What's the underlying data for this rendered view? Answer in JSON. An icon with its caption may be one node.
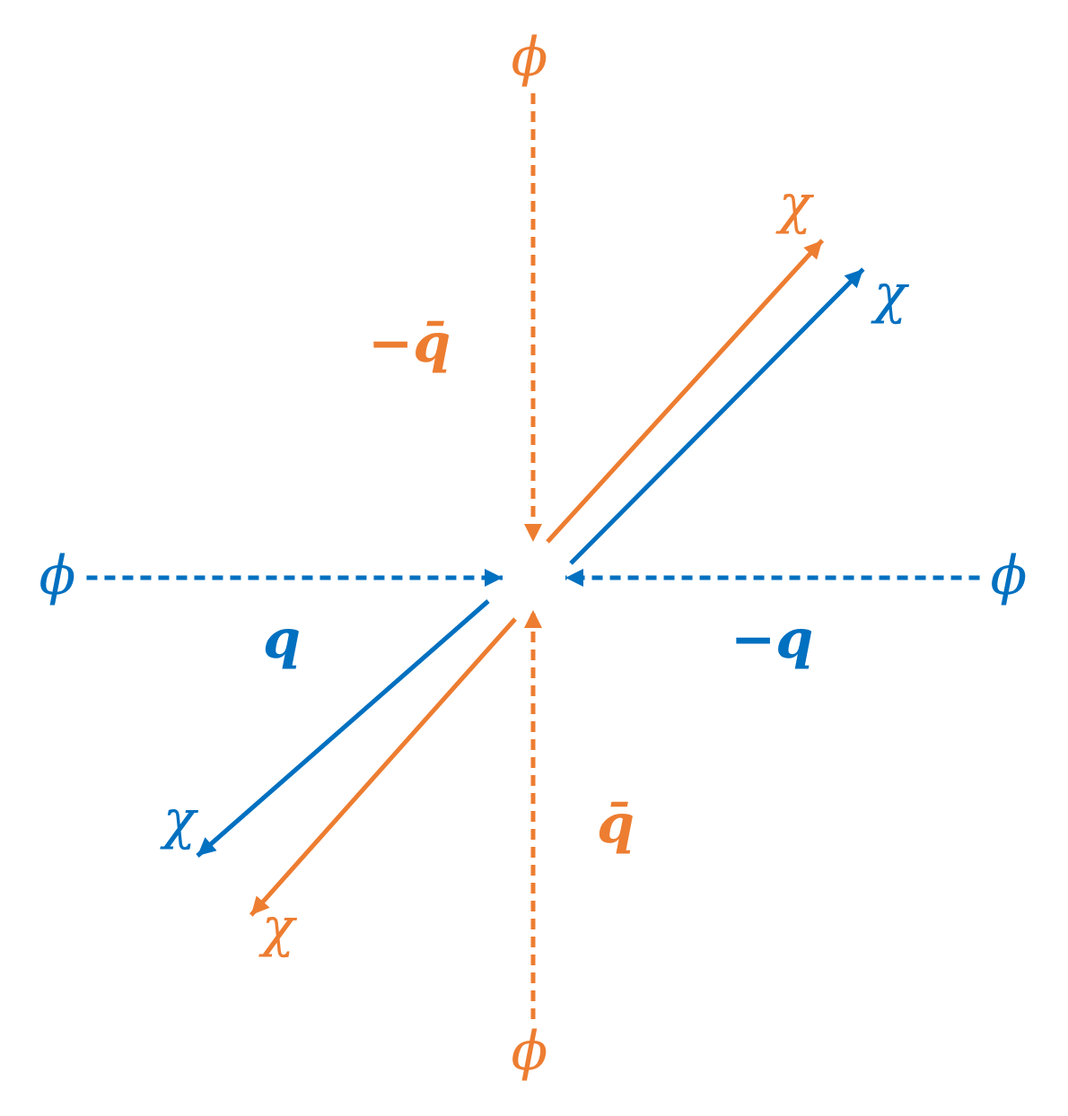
{
  "diagram": {
    "nodes": [
      {
        "text": [
          "ϕ"
        ]
      },
      {
        "text": [
          "χ"
        ]
      },
      {
        "text": [
          "χ"
        ]
      },
      {
        "text": [
          "ϕ"
        ]
      },
      {
        "text": [
          "ϕ"
        ]
      },
      {
        "text": [
          "χ"
        ]
      },
      {
        "text": [
          "χ"
        ]
      },
      {
        "text": [
          "ϕ"
        ]
      }
    ],
    "edges": [
      {
        "from": 0,
        "to": null,
        "arrow": "to",
        "style": "dashed",
        "color": "#ed7d31",
        "label": "−q̄"
      },
      {
        "from": 3,
        "to": null,
        "arrow": "to",
        "style": "dashed",
        "color": "#0070c0",
        "label": "q"
      },
      {
        "from": 4,
        "to": null,
        "arrow": "to",
        "style": "dashed",
        "color": "#0070c0",
        "label": "−q"
      },
      {
        "from": 7,
        "to": null,
        "arrow": "to",
        "style": "dashed",
        "color": "#ed7d31",
        "label": "q̄"
      },
      {
        "from": null,
        "to": 1,
        "arrow": "to",
        "color": "#ed7d31"
      },
      {
        "from": null,
        "to": 2,
        "arrow": "to",
        "color": "#0070c0"
      },
      {
        "from": null,
        "to": 5,
        "arrow": "to",
        "color": "#0070c0"
      },
      {
        "from": null,
        "to": 6,
        "arrow": "to",
        "color": "#ed7d31"
      }
    ]
  }
}
